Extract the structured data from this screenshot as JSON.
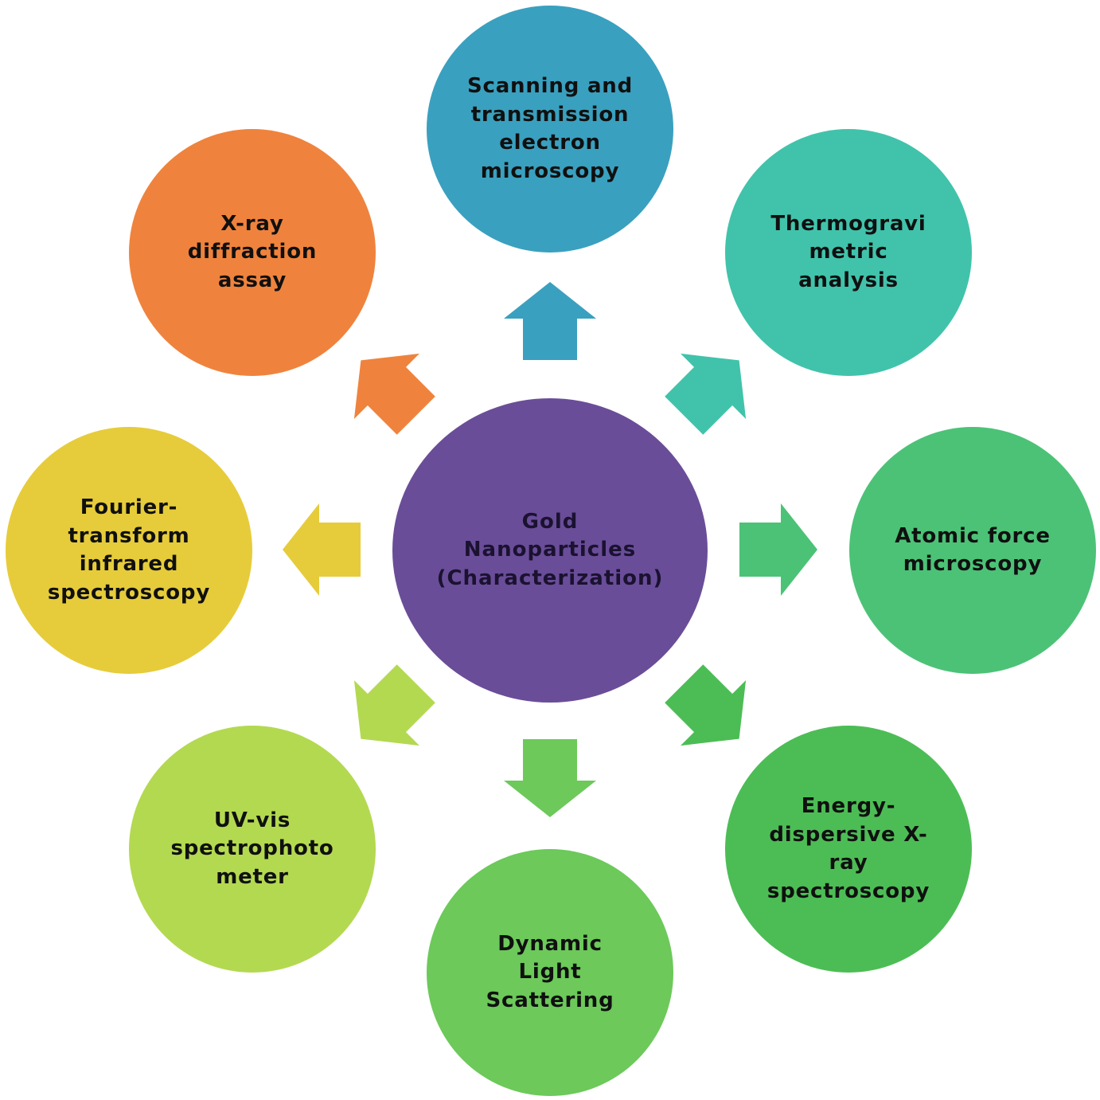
{
  "center": {
    "lines": [
      "Gold",
      "Nanoparticles",
      "(Characterization)"
    ],
    "color": "#6a4d98"
  },
  "nodes": [
    {
      "id": "sem-tem",
      "lines": [
        "Scanning and",
        "transmission",
        "electron",
        "microscopy"
      ],
      "color": "#3aa0bf"
    },
    {
      "id": "tga",
      "lines": [
        "Thermogravi",
        "metric",
        "analysis"
      ],
      "color": "#41c3ab"
    },
    {
      "id": "afm",
      "lines": [
        "Atomic force",
        "microscopy"
      ],
      "color": "#4cc277"
    },
    {
      "id": "edx",
      "lines": [
        "Energy-",
        "dispersive X-",
        "ray",
        "spectroscopy"
      ],
      "color": "#4cbd55"
    },
    {
      "id": "dls",
      "lines": [
        "Dynamic",
        "Light",
        "Scattering"
      ],
      "color": "#6cc95a"
    },
    {
      "id": "uv-vis",
      "lines": [
        "UV-vis",
        "spectrophoto",
        "meter"
      ],
      "color": "#b3d951"
    },
    {
      "id": "ftir",
      "lines": [
        "Fourier-",
        "transform",
        "infrared",
        "spectroscopy"
      ],
      "color": "#e6cc3a"
    },
    {
      "id": "xrd",
      "lines": [
        "X-ray",
        "diffraction",
        "assay"
      ],
      "color": "#ef833d"
    }
  ]
}
